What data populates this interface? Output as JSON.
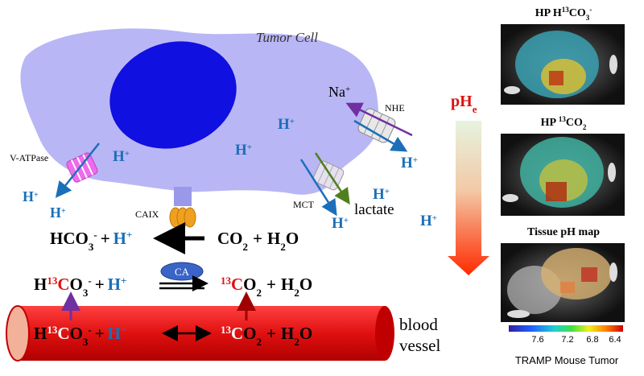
{
  "cell": {
    "label": "Tumor Cell",
    "protons": [
      "H",
      "H",
      "H",
      "H",
      "H"
    ],
    "proton_charge": "+"
  },
  "transporters": {
    "v_atpase": {
      "label": "V-ATPase",
      "protons": [
        "H",
        "H"
      ]
    },
    "nhe": {
      "label": "NHE",
      "sodium": "Na",
      "sodium_charge": "+",
      "proton": "H"
    },
    "mct": {
      "label": "MCT",
      "proton": "H",
      "substrate": "lactate"
    },
    "caix": {
      "label": "CAIX"
    }
  },
  "extracellular_proton": "H",
  "reactions": {
    "top": {
      "left_a": "HCO",
      "left_a_sub": "3",
      "left_a_sup": "-",
      "plus": "+",
      "h": "H",
      "h_sup": "+",
      "right_a": "CO",
      "right_a_sub": "2",
      "right_plus": "+",
      "right_b": "H",
      "right_b_sub": "2",
      "right_b_tail": "O"
    },
    "hp": {
      "h": "H",
      "iso": "13",
      "c": "C",
      "o": "O",
      "o_sub": "3",
      "o_sup": "-",
      "plus": "+",
      "proton": "H",
      "proton_sup": "+",
      "enzyme": "CA",
      "right_iso": "13",
      "right_c": "C",
      "right_o": "O",
      "right_o_sub": "2",
      "right_plus": "+",
      "water_h": "H",
      "water_sub": "2",
      "water_o": "O"
    }
  },
  "vessel": {
    "line1": "blood",
    "line2": "vessel"
  },
  "gradient": {
    "label": "pH",
    "label_sub": "e",
    "top_color": "#e6f3df",
    "bottom_color": "#ff2a00"
  },
  "panels": [
    {
      "title_a": "HP H",
      "title_sup": "13",
      "title_b": "CO",
      "title_sub": "3",
      "title_sup2": "-"
    },
    {
      "title_a": "HP ",
      "title_sup": "13",
      "title_b": "CO",
      "title_sub": "2"
    },
    {
      "title_a": "Tissue pH map"
    }
  ],
  "colorbar": {
    "ticks": [
      "7.6",
      "7.2",
      "6.8",
      "6.4"
    ],
    "caption": "TRAMP Mouse Tumor"
  },
  "colors": {
    "cell": "#b9b6f5",
    "nucleus": "#1010e0",
    "blue_text": "#1b6fb8",
    "red_text": "#e01010",
    "vessel": "#e01010",
    "purple_arrow": "#7030a0",
    "green_arrow": "#4f7f1f",
    "caix": "#f0a020",
    "v_atpase": "#ee6bee"
  }
}
